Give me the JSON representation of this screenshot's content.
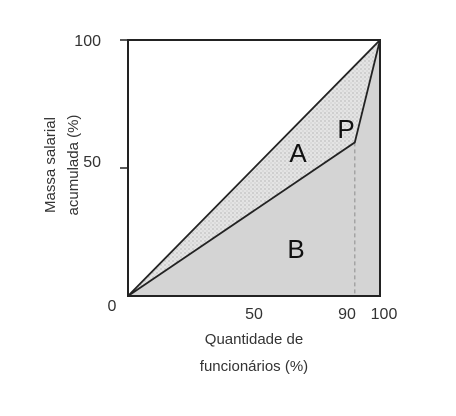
{
  "figure": {
    "y_axis_title_line1": "Massa salarial",
    "y_axis_title_line2": "acumulada (%)",
    "x_axis_title_line1": "Quantidade de",
    "x_axis_title_line2": "funcionários (%)",
    "x_ticks": [
      "50",
      "90",
      "100"
    ],
    "y_ticks": [
      "100",
      "50",
      "0"
    ],
    "regions": {
      "a": "A",
      "b": "B",
      "p": "P"
    },
    "colors": {
      "frame": "#222222",
      "region_b_fill": "#d4d4d4",
      "region_a_fill": "#e6e6e6",
      "dashed_guide": "#999999"
    }
  },
  "chart_data": {
    "type": "area",
    "xlim": [
      0,
      100
    ],
    "ylim": [
      0,
      100
    ],
    "curves": [
      {
        "points": [
          [
            0,
            0
          ],
          [
            100,
            100
          ]
        ]
      },
      {
        "points": [
          [
            0,
            0
          ],
          [
            90,
            60
          ],
          [
            100,
            100
          ]
        ]
      }
    ],
    "guide_line_x": 90
  }
}
